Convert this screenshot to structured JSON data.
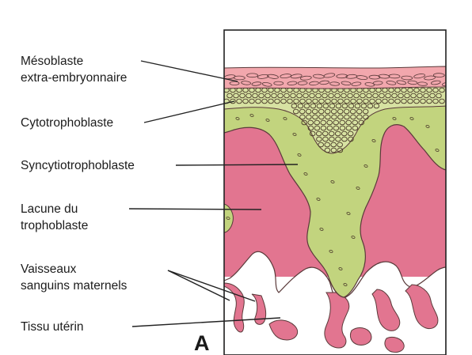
{
  "labels": {
    "mesoblast_line1": "Mésoblaste",
    "mesoblast_line2": "extra-embryonnaire",
    "cytotrophoblast": "Cytotrophoblaste",
    "syncytiotrophoblast": "Syncytiotrophoblaste",
    "lacuna_line1": "Lacune du",
    "lacuna_line2": "trophoblaste",
    "vessels_line1": "Vaisseaux",
    "vessels_line2": "sanguins maternels",
    "uterine_tissue": "Tissu utérin"
  },
  "panel_letter": "A",
  "colors": {
    "pink_tissue": "#e27590",
    "mesoblast_pink": "#f2a7ad",
    "syncytium_green": "#c2d47e",
    "cyto_cell_green": "#d7e2a2",
    "outline": "#4a2f2f",
    "leader_line": "#222222"
  }
}
